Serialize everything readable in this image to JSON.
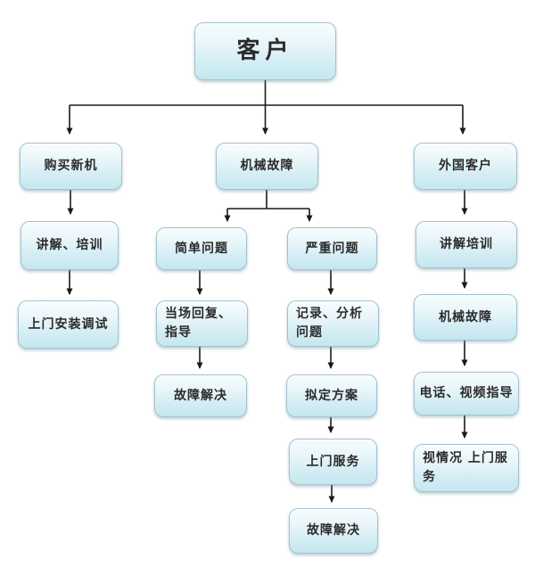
{
  "diagram": {
    "type": "flowchart",
    "colors": {
      "box_fill_top": "#f7fcfe",
      "box_fill_bottom": "#c5e7ef",
      "box_border": "#a3c2cf",
      "connector": "#1a1a1a",
      "text": "#2b2b2b",
      "background": "#ffffff"
    },
    "nodes": {
      "customer": "客户",
      "buy_new_machine": "购买新机",
      "mechanical_failure": "机械故障",
      "foreign_customer": "外国客户",
      "explain_training": "讲解、培训",
      "simple_problem": "简单问题",
      "serious_problem": "严重问题",
      "explain_training_2": "讲解培训",
      "onsite_install_debug": "上门安装调试",
      "onsite_reply_guide": "当场回复、指导",
      "record_analyze_problem": "记录、分析问题",
      "mechanical_failure_2": "机械故障",
      "fault_resolved_1": "故障解决",
      "draft_plan": "拟定方案",
      "phone_video_guide": "电话、视频指导",
      "onsite_service": "上门服务",
      "onsite_service_as_needed": "视情况 上门服务",
      "fault_resolved_2": "故障解决"
    },
    "edges": [
      {
        "from": "customer",
        "to": "buy_new_machine"
      },
      {
        "from": "customer",
        "to": "mechanical_failure"
      },
      {
        "from": "customer",
        "to": "foreign_customer"
      },
      {
        "from": "buy_new_machine",
        "to": "explain_training"
      },
      {
        "from": "explain_training",
        "to": "onsite_install_debug"
      },
      {
        "from": "mechanical_failure",
        "to": "simple_problem"
      },
      {
        "from": "mechanical_failure",
        "to": "serious_problem"
      },
      {
        "from": "simple_problem",
        "to": "onsite_reply_guide"
      },
      {
        "from": "onsite_reply_guide",
        "to": "fault_resolved_1"
      },
      {
        "from": "serious_problem",
        "to": "record_analyze_problem"
      },
      {
        "from": "record_analyze_problem",
        "to": "draft_plan"
      },
      {
        "from": "draft_plan",
        "to": "onsite_service"
      },
      {
        "from": "onsite_service",
        "to": "fault_resolved_2"
      },
      {
        "from": "foreign_customer",
        "to": "explain_training_2"
      },
      {
        "from": "explain_training_2",
        "to": "mechanical_failure_2"
      },
      {
        "from": "mechanical_failure_2",
        "to": "phone_video_guide"
      },
      {
        "from": "phone_video_guide",
        "to": "onsite_service_as_needed"
      }
    ]
  }
}
